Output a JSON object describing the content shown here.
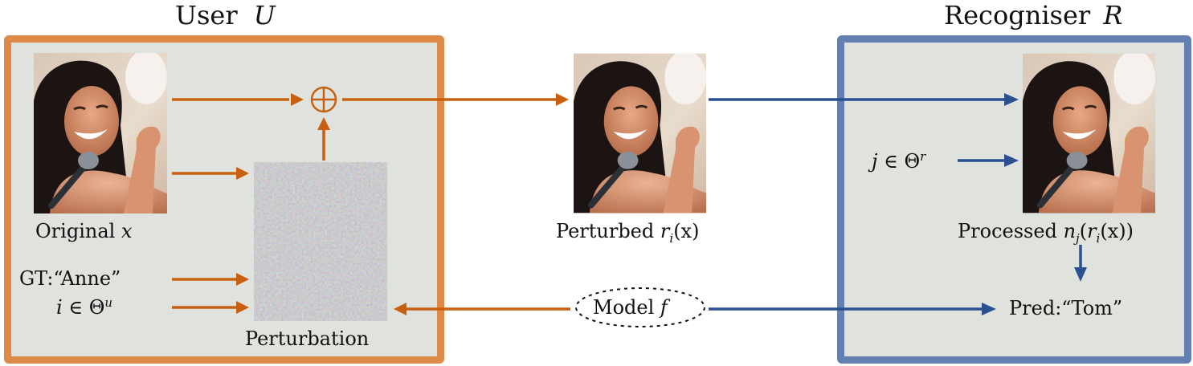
{
  "titles": {
    "user": {
      "text": "User",
      "symbol": "U"
    },
    "recogniser": {
      "text": "Recogniser",
      "symbol": "R"
    }
  },
  "user_panel": {
    "original_label": {
      "text": "Original",
      "symbol": "x"
    },
    "gt_label": "GT:“Anne”",
    "param_label": {
      "var": "i",
      "rel": "∈ Θ",
      "sup": "u"
    },
    "perturbation_label": "Perturbation",
    "combine_operator": "⊕"
  },
  "middle": {
    "perturbed_label": {
      "text": "Perturbed",
      "func": "r",
      "sub": "i",
      "arg": "(x)"
    },
    "model_label": {
      "text": "Model",
      "symbol": "f"
    }
  },
  "recogniser_panel": {
    "param_label": {
      "var": "j",
      "rel": "∈ Θ",
      "sup": "r"
    },
    "processed_label": {
      "text": "Processed",
      "expr_n": "n",
      "sub_j": "j",
      "open": "(",
      "r": "r",
      "sub_i": "i",
      "close": "(x))"
    },
    "prediction_label": "Pred:“Tom”"
  },
  "colors": {
    "user_accent": "#e08a48",
    "user_arrow": "#c8600f",
    "recogniser_accent": "#6480b0",
    "recogniser_arrow": "#2a5090",
    "panel_fill": "#e0e2de"
  }
}
